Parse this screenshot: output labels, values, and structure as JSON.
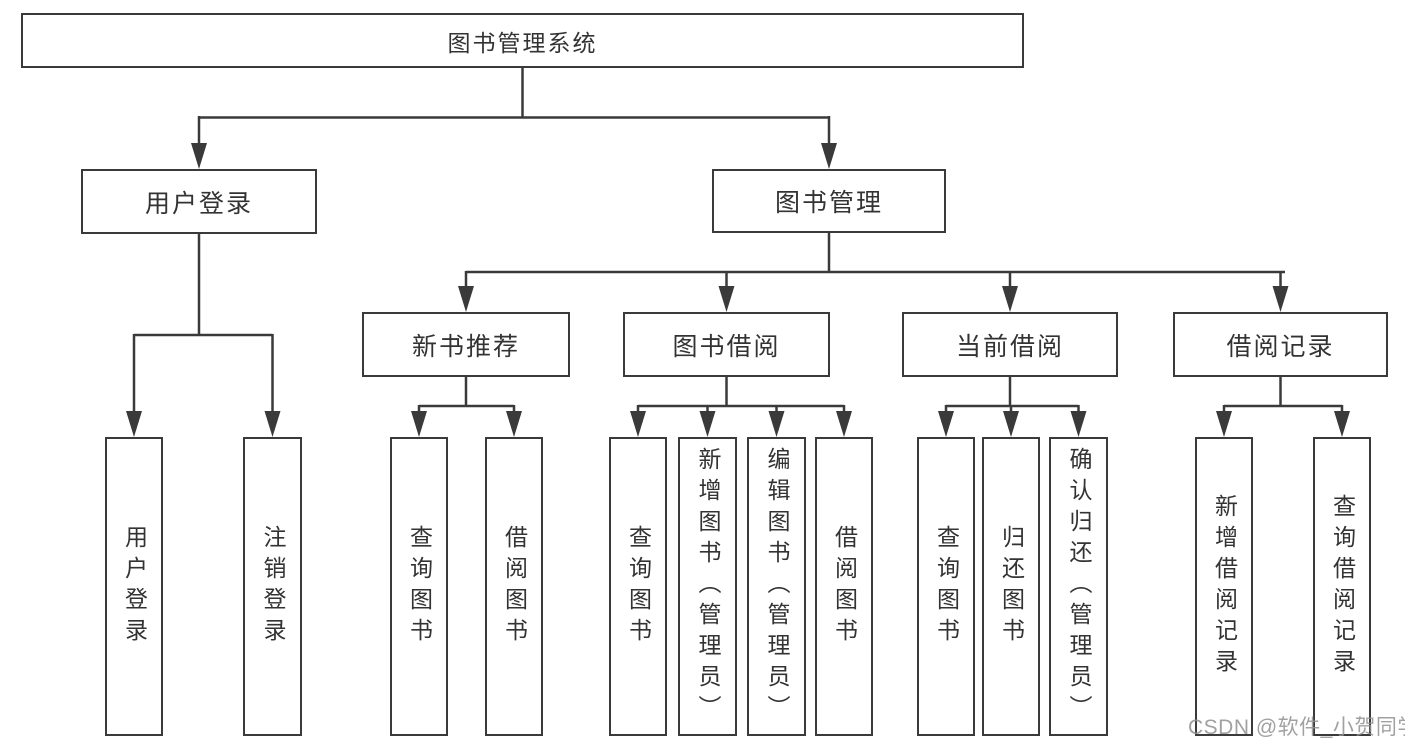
{
  "tree": {
    "label": "图书管理系统",
    "children": [
      {
        "label": "用户登录",
        "children": [
          {
            "label": "用户登录"
          },
          {
            "label": "注销登录"
          }
        ]
      },
      {
        "label": "图书管理",
        "children": [
          {
            "label": "新书推荐",
            "children": [
              {
                "label": "查询图书"
              },
              {
                "label": "借阅图书"
              }
            ]
          },
          {
            "label": "图书借阅",
            "children": [
              {
                "label": "查询图书"
              },
              {
                "label": "新增图书（管理员）"
              },
              {
                "label": "编辑图书（管理员）"
              },
              {
                "label": "借阅图书"
              }
            ]
          },
          {
            "label": "当前借阅",
            "children": [
              {
                "label": "查询图书"
              },
              {
                "label": "归还图书"
              },
              {
                "label": "确认归还（管理员）"
              }
            ]
          },
          {
            "label": "借阅记录",
            "children": [
              {
                "label": "新增借阅记录"
              },
              {
                "label": "查询借阅记录"
              }
            ]
          }
        ]
      }
    ]
  },
  "watermark": {
    "text": "CSDN @软件_小贺同学"
  },
  "colors": {
    "line": "#3a3a3a",
    "node_border": "#3a3a3a",
    "node_fill": "#ffffff",
    "node_text": "#333333",
    "background": "#ffffff",
    "watermark": "#919191"
  }
}
